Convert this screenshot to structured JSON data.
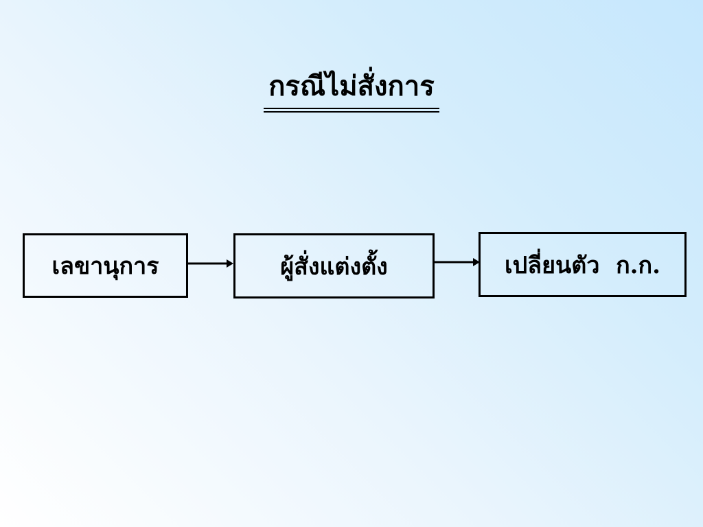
{
  "slide": {
    "title": "กรณีไม่สั่งการ"
  },
  "flow": {
    "nodes": [
      {
        "label": "เลขานุการ"
      },
      {
        "label": "ผู้สั่งแต่งตั้ง"
      },
      {
        "label": "เปลี่ยนตัว  ก.ก."
      }
    ]
  }
}
